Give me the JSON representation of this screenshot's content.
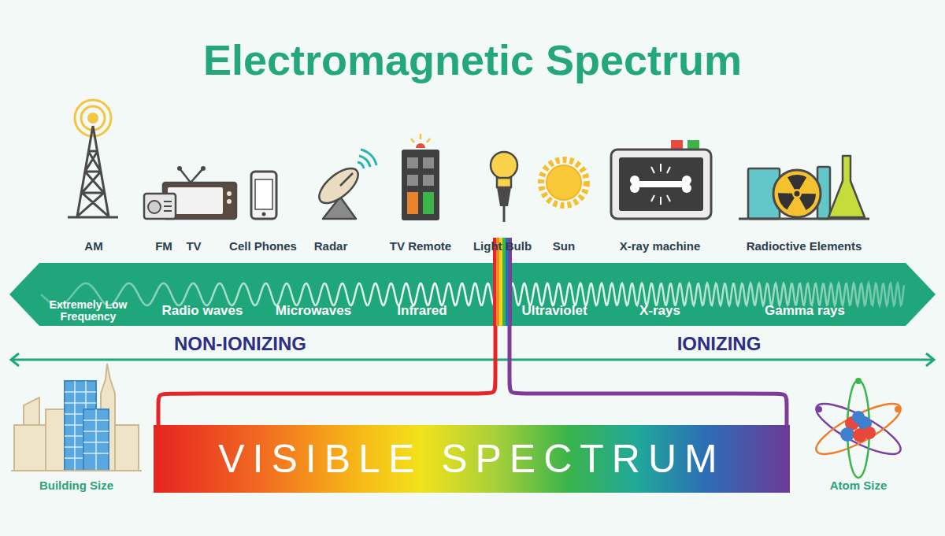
{
  "diagram": {
    "title": "Electromagnetic Spectrum",
    "nodes": [
      {
        "text": [
          "Extremely Low Frequency",
          "Radio waves",
          "Microwaves",
          "Infrared",
          "Ultraviolet",
          "X-rays",
          "Gamma rays"
        ]
      },
      {
        "text": [
          "VISIBLE SPECTRUM"
        ]
      }
    ],
    "edges": [
      {
        "from": 0,
        "to": 1,
        "arrow": "none"
      },
      {
        "from": 0,
        "to": 1,
        "arrow": "none"
      }
    ],
    "labels": [
      "AM",
      "FM",
      "TV",
      "Cell Phones",
      "Radar",
      "TV Remote",
      "Light Bulb",
      "Sun",
      "X-ray machine",
      "Radioctive Elements",
      "NON-IONIZING",
      "IONIZING",
      "Building Size",
      "Atom Size"
    ]
  }
}
